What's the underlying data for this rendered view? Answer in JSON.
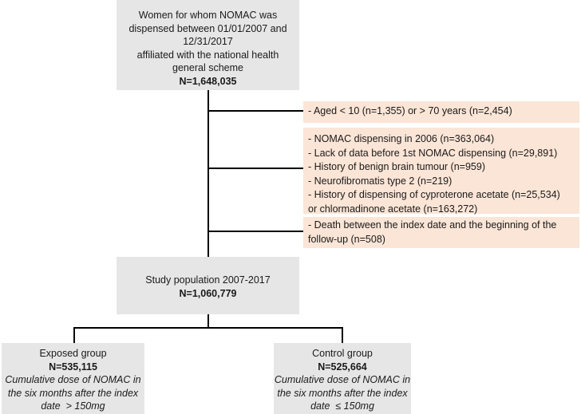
{
  "top_box": {
    "lines": [
      "Women for whom NOMAC was",
      "dispensed between 01/01/2007 and",
      "12/31/2017",
      "affiliated with the national health",
      "general scheme"
    ],
    "count": "N=1,648,035"
  },
  "exclusions": [
    {
      "lines": [
        "- Aged < 10 (n=1,355) or > 70 years (n=2,454)"
      ]
    },
    {
      "lines": [
        "- NOMAC dispensing in 2006 (n=363,064)",
        "- Lack of data before 1st NOMAC dispensing (n=29,891)",
        "- History of benign brain tumour (n=959)",
        "- Neurofibromatis type 2 (n=219)",
        "- History of dispensing of cyproterone acetate (n=25,534)",
        "or chlormadinone acetate (n=163,272)"
      ]
    },
    {
      "lines": [
        "- Death between the index date and the beginning of the",
        "follow-up (n=508)"
      ]
    }
  ],
  "study_box": {
    "title": "Study population 2007-2017",
    "count": "N=1,060,779"
  },
  "exposed_box": {
    "title": "Exposed group",
    "count": "N=535,115",
    "desc_lines": [
      "Cumulative dose of NOMAC in",
      "the six months after the index",
      "date  > 150mg"
    ]
  },
  "control_box": {
    "title": "Control group",
    "count": "N=525,664",
    "desc_lines": [
      "Cumulative dose of NOMAC in",
      "the six months after the index",
      "date  ≤ 150mg"
    ]
  }
}
